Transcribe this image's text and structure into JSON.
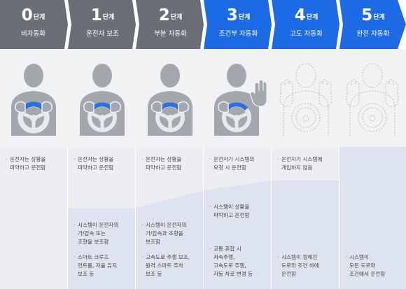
{
  "levels": [
    {
      "num": "0",
      "unit": "단계",
      "name": "비자동화",
      "color": "#6b6e76",
      "driver": "solid",
      "hand": false,
      "bullets": [
        "운전자는 상황을\n파악하고 운전함"
      ]
    },
    {
      "num": "1",
      "unit": "단계",
      "name": "운전자 보조",
      "color": "#6b6e76",
      "driver": "solid",
      "hand": false,
      "bullets": [
        "운전자는 상황을\n파악하고 운전함",
        "시스템이 운전자의\n가/감속 또는\n조향을 보조함",
        "스마트 크루즈\n컨트롤, 자율 유지\n보조 등"
      ]
    },
    {
      "num": "2",
      "unit": "단계",
      "name": "부분 자동화",
      "color": "#6b6e76",
      "driver": "solid",
      "hand": false,
      "bullets": [
        "운전자는 상황을\n파악하고 운전함",
        "시스템이 운전자의\n가/감속과 조향을\n보조함",
        "고속도로 주행 보조,\n원격 스마트 주차\n보조 등"
      ]
    },
    {
      "num": "3",
      "unit": "단계",
      "name": "조건부 자동화",
      "color": "#1d6ae5",
      "driver": "solid",
      "hand": true,
      "bullets": [
        "운전자가 시스템의\n요청 시 운전함",
        "시스템이 상황을\n파악하고 운전함",
        "교통 혼잡 시\n저속주행,\n고속도로 주행,\n자동 차로 변경 등"
      ]
    },
    {
      "num": "4",
      "unit": "단계",
      "name": "고도 자동화",
      "color": "#1d6ae5",
      "driver": "dashed",
      "hand": true,
      "bullets": [
        "운전자가 시스템에\n개입하지 않음",
        "시스템이 정해진\n도로와 조건 하에\n운전함"
      ]
    },
    {
      "num": "5",
      "unit": "단계",
      "name": "완전 자동화",
      "color": "#1d6ae5",
      "driver": "dashed",
      "hand": true,
      "bullets": [
        "시스템이\n모든 도로와\n조건에서 운전함"
      ]
    }
  ],
  "colors": {
    "gray": "#6b6e76",
    "blue": "#1d6ae5",
    "shade": "#dde4f0",
    "band": "#f1f2f4",
    "figureGray": "#a4a7ad",
    "wheel": "#2f6fd6"
  }
}
